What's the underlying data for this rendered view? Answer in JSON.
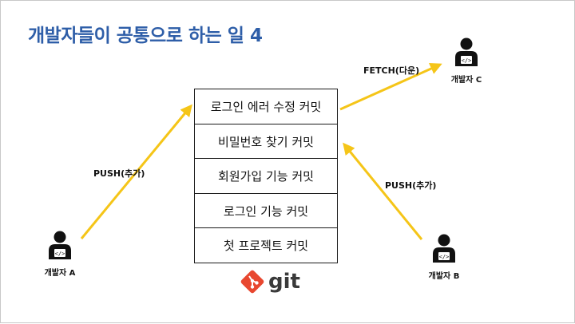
{
  "title": "개발자들이 공통으로 하는 일 4",
  "commits": [
    "로그인 에러 수정 커밋",
    "비밀번호 찾기 커밋",
    "회원가입 기능 커밋",
    "로그인 기능 커밋",
    "첫 프로젝트 커밋"
  ],
  "developers": {
    "a": {
      "label": "개발자 A",
      "icon": "developer-icon"
    },
    "b": {
      "label": "개발자 B",
      "icon": "developer-icon"
    },
    "c": {
      "label": "개발자 C",
      "icon": "developer-icon"
    }
  },
  "arrows": {
    "push_a": "PUSH(추가)",
    "push_b": "PUSH(추가)",
    "fetch_c": "FETCH(다운)"
  },
  "logo": {
    "text": "git",
    "icon": "git-logo-icon"
  },
  "colors": {
    "title": "#2e5ea8",
    "arrow": "#f5c518",
    "git_logo": "#e8472f"
  }
}
